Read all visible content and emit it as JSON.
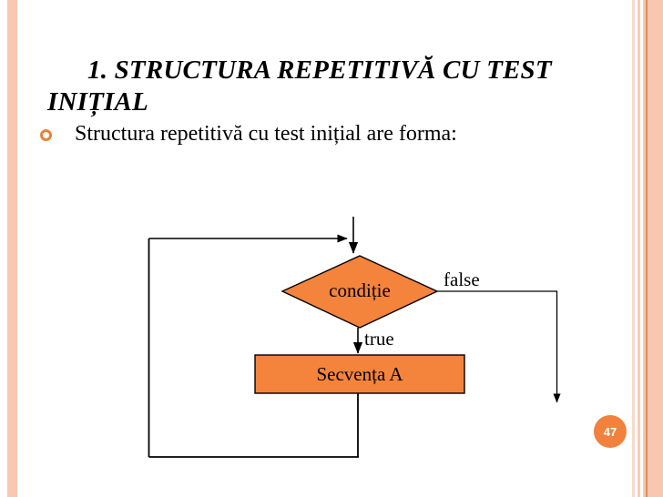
{
  "slide": {
    "title": "1. STRUCTURA REPETITIVĂ CU TEST INIȚIAL",
    "bullet_text": "Structura repetitivă cu test inițial are forma:",
    "page_number": "47",
    "accent_color": "#f1813c",
    "shape_fill": "#f4833c",
    "shape_stroke": "#000000",
    "stripe_color": "#f9c6ae",
    "background": "#ffffff"
  },
  "flowchart": {
    "type": "flowchart",
    "nodes": [
      {
        "id": "decision",
        "shape": "diamond",
        "label": "condiție"
      },
      {
        "id": "process",
        "shape": "rectangle",
        "label": "Secvența A"
      }
    ],
    "edges": [
      {
        "from": "entry",
        "to": "decision",
        "label": ""
      },
      {
        "from": "decision",
        "to": "process",
        "label": "true"
      },
      {
        "from": "decision",
        "to": "exit",
        "label": "false"
      },
      {
        "from": "process",
        "to": "decision",
        "label": ""
      }
    ],
    "labels": {
      "true": "true",
      "false": "false"
    }
  }
}
